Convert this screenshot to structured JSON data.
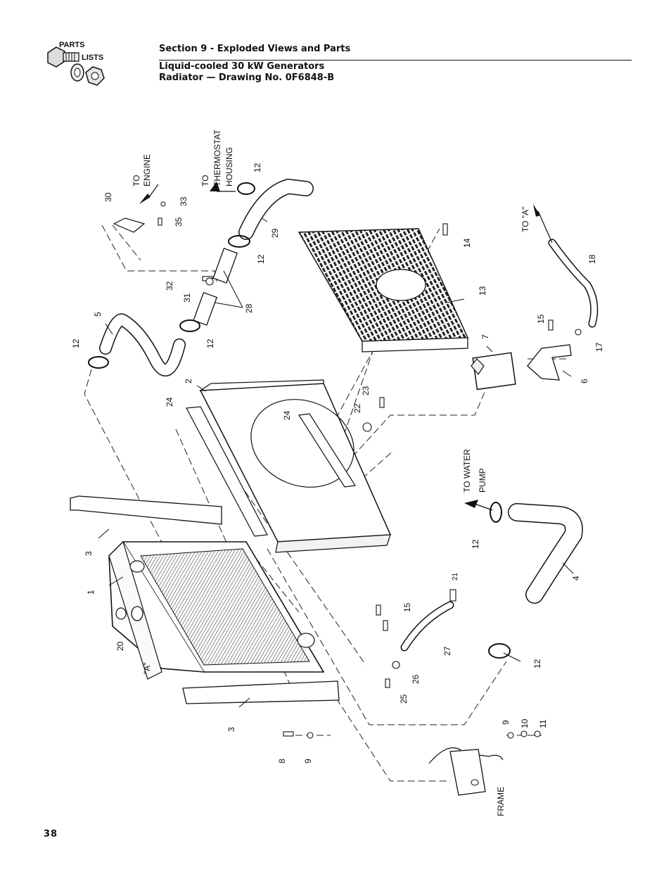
{
  "logo": {
    "top": "PARTS",
    "bottom": "LISTS"
  },
  "header": {
    "section": "Section 9 - Exploded Views and Parts",
    "line1": "Liquid-cooled 30 kW Generators",
    "line2": "Radiator — Drawing No. 0F6848-B"
  },
  "callouts": {
    "n1": "1",
    "n2": "2",
    "n3a": "3",
    "n3b": "3",
    "n4": "4",
    "n5": "5",
    "n6": "6",
    "n7": "7",
    "n8": "8",
    "n9a": "9",
    "n9b": "9",
    "n10": "10",
    "n11": "11",
    "n12a": "12",
    "n12b": "12",
    "n12c": "12",
    "n12d": "12",
    "n12e": "12",
    "n12f": "12",
    "n13": "13",
    "n14": "14",
    "n15a": "15",
    "n15b": "15",
    "n17": "17",
    "n18": "18",
    "n20": "20",
    "n21": "21",
    "n22": "22",
    "n23": "23",
    "n24a": "24",
    "n24b": "24",
    "n25": "25",
    "n26": "26",
    "n27": "27",
    "n28": "28",
    "n29": "29",
    "n30": "30",
    "n31": "31",
    "n32": "32",
    "n33": "33",
    "n35": "35"
  },
  "labels": {
    "to": "TO",
    "engine": "ENGINE",
    "to2": "TO",
    "thermostat": "THERMOSTAT",
    "housing": "HOUSING",
    "to_a": "TO \"A\"",
    "to_water": "TO WATER",
    "pump": "PUMP",
    "quote_a": "\"A\"",
    "frame": "FRAME"
  },
  "page_number": "38"
}
